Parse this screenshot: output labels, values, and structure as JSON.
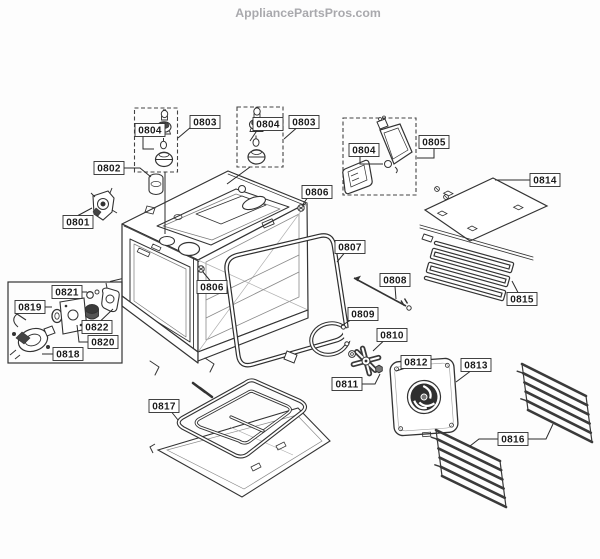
{
  "watermark": {
    "text": "AppliancePartsPros.com"
  },
  "colors": {
    "ink": "#2e2e2e",
    "label_text": "#1b1b1b",
    "watermark_gray": "#a9a9ad",
    "background": "#fdfdfd",
    "dark_fill": "#3a3a3a"
  },
  "callouts": [
    {
      "part": "0801"
    },
    {
      "part": "0802"
    },
    {
      "part": "0803"
    },
    {
      "part": "0804"
    },
    {
      "part": "0803"
    },
    {
      "part": "0804"
    },
    {
      "part": "0804"
    },
    {
      "part": "0805"
    },
    {
      "part": "0806"
    },
    {
      "part": "0806"
    },
    {
      "part": "0807"
    },
    {
      "part": "0808"
    },
    {
      "part": "0809"
    },
    {
      "part": "0810"
    },
    {
      "part": "0811"
    },
    {
      "part": "0812"
    },
    {
      "part": "0813"
    },
    {
      "part": "0814"
    },
    {
      "part": "0815"
    },
    {
      "part": "0816"
    },
    {
      "part": "0817"
    },
    {
      "part": "0818"
    },
    {
      "part": "0819"
    },
    {
      "part": "0820"
    },
    {
      "part": "0821"
    },
    {
      "part": "0822"
    }
  ]
}
